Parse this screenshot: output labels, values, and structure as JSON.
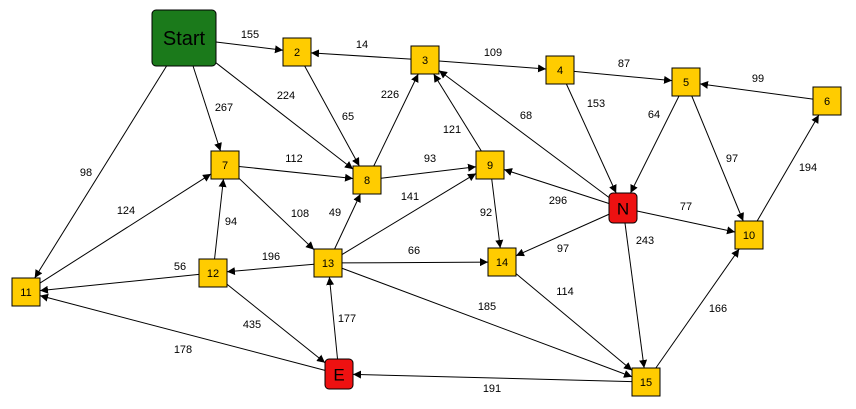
{
  "colors": {
    "start": "#1b7a1b",
    "goal": "#ee1111",
    "normal": "#ffcc00",
    "stroke": "#000000"
  },
  "nodes": [
    {
      "id": "Start",
      "label": "Start",
      "kind": "start"
    },
    {
      "id": "2",
      "label": "2",
      "kind": "normal"
    },
    {
      "id": "3",
      "label": "3",
      "kind": "normal"
    },
    {
      "id": "4",
      "label": "4",
      "kind": "normal"
    },
    {
      "id": "5",
      "label": "5",
      "kind": "normal"
    },
    {
      "id": "6",
      "label": "6",
      "kind": "normal"
    },
    {
      "id": "7",
      "label": "7",
      "kind": "normal"
    },
    {
      "id": "8",
      "label": "8",
      "kind": "normal"
    },
    {
      "id": "9",
      "label": "9",
      "kind": "normal"
    },
    {
      "id": "N",
      "label": "N",
      "kind": "goal"
    },
    {
      "id": "10",
      "label": "10",
      "kind": "normal"
    },
    {
      "id": "11",
      "label": "11",
      "kind": "normal"
    },
    {
      "id": "12",
      "label": "12",
      "kind": "normal"
    },
    {
      "id": "13",
      "label": "13",
      "kind": "normal"
    },
    {
      "id": "14",
      "label": "14",
      "kind": "normal"
    },
    {
      "id": "E",
      "label": "E",
      "kind": "goal"
    },
    {
      "id": "15",
      "label": "15",
      "kind": "normal"
    }
  ],
  "edges": [
    {
      "from": "Start",
      "to": "2",
      "weight": "155"
    },
    {
      "from": "Start",
      "to": "7",
      "weight": "267"
    },
    {
      "from": "Start",
      "to": "8",
      "weight": "224"
    },
    {
      "from": "Start",
      "to": "11",
      "weight": "98"
    },
    {
      "from": "3",
      "to": "2",
      "weight": "14"
    },
    {
      "from": "2",
      "to": "8",
      "weight": "65"
    },
    {
      "from": "3",
      "to": "4",
      "weight": "109"
    },
    {
      "from": "4",
      "to": "5",
      "weight": "87"
    },
    {
      "from": "6",
      "to": "5",
      "weight": "99"
    },
    {
      "from": "4",
      "to": "N",
      "weight": "153"
    },
    {
      "from": "5",
      "to": "N",
      "weight": "64"
    },
    {
      "from": "5",
      "to": "10",
      "weight": "97"
    },
    {
      "from": "10",
      "to": "6",
      "weight": "194"
    },
    {
      "from": "N",
      "to": "3",
      "weight": "68"
    },
    {
      "from": "9",
      "to": "3",
      "weight": "121"
    },
    {
      "from": "8",
      "to": "3",
      "weight": "226"
    },
    {
      "from": "7",
      "to": "8",
      "weight": "112"
    },
    {
      "from": "8",
      "to": "9",
      "weight": "93"
    },
    {
      "from": "N",
      "to": "9",
      "weight": "296"
    },
    {
      "from": "N",
      "to": "10",
      "weight": "77"
    },
    {
      "from": "N",
      "to": "14",
      "weight": "97"
    },
    {
      "from": "N",
      "to": "15",
      "weight": "243"
    },
    {
      "from": "9",
      "to": "14",
      "weight": "92"
    },
    {
      "from": "7",
      "to": "13",
      "weight": "108"
    },
    {
      "from": "13",
      "to": "8",
      "weight": "49"
    },
    {
      "from": "13",
      "to": "9",
      "weight": "141"
    },
    {
      "from": "13",
      "to": "14",
      "weight": "66"
    },
    {
      "from": "13",
      "to": "12",
      "weight": "196"
    },
    {
      "from": "13",
      "to": "15",
      "weight": "185"
    },
    {
      "from": "12",
      "to": "7",
      "weight": "94"
    },
    {
      "from": "11",
      "to": "7",
      "weight": "124"
    },
    {
      "from": "12",
      "to": "11",
      "weight": "56"
    },
    {
      "from": "12",
      "to": "E",
      "weight": "435"
    },
    {
      "from": "E",
      "to": "13",
      "weight": "177"
    },
    {
      "from": "E",
      "to": "11",
      "weight": "178"
    },
    {
      "from": "14",
      "to": "15",
      "weight": "114"
    },
    {
      "from": "15",
      "to": "E",
      "weight": "191"
    },
    {
      "from": "15",
      "to": "10",
      "weight": "166"
    }
  ]
}
